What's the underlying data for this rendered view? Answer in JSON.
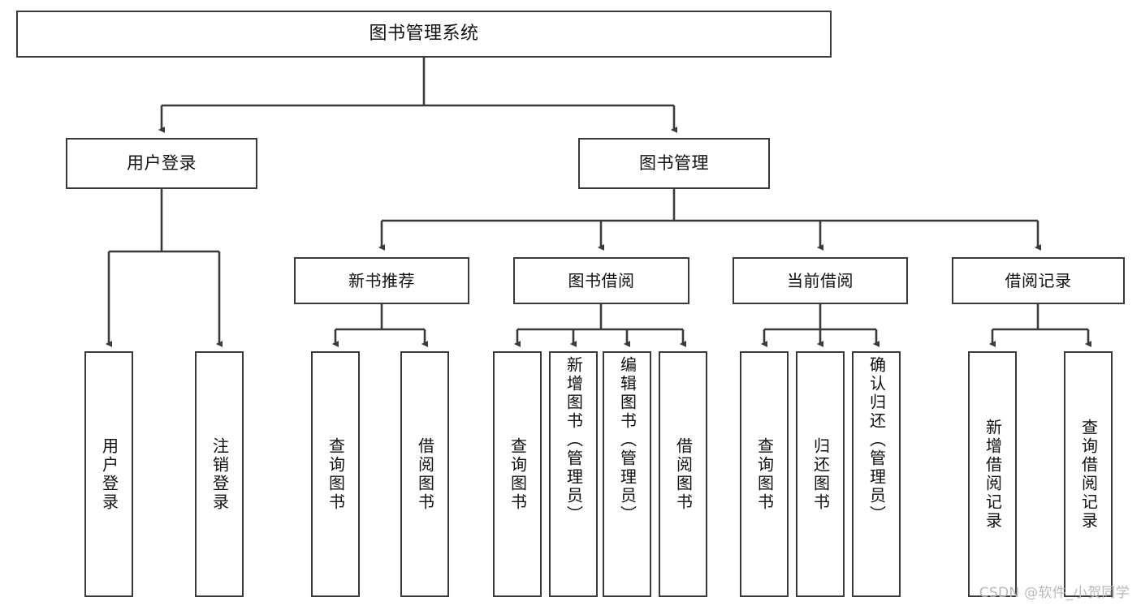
{
  "diagram": {
    "title": "图书管理系统",
    "type": "tree",
    "colors": {
      "box_border": "#3a3a3a",
      "box_fill": "#ffffff",
      "connector": "#3a3a3a",
      "text": "#111111",
      "watermark": "#b9b9b9",
      "background": "#ffffff"
    },
    "root": {
      "label": "图书管理系统"
    },
    "branches": [
      {
        "id": "user-login",
        "label": "用户登录",
        "children": [
          {
            "id": "user-login-do",
            "label": "用户登录"
          },
          {
            "id": "user-logout",
            "label": "注销登录"
          }
        ]
      },
      {
        "id": "book-manage",
        "label": "图书管理",
        "groups": [
          {
            "id": "new-book-recommend",
            "label": "新书推荐",
            "children": [
              {
                "id": "query-book-1",
                "label": "查询图书"
              },
              {
                "id": "borrow-book-1",
                "label": "借阅图书"
              }
            ]
          },
          {
            "id": "book-borrow",
            "label": "图书借阅",
            "children": [
              {
                "id": "query-book-2",
                "label": "查询图书"
              },
              {
                "id": "add-book-admin",
                "label": "新增图书（管理员）"
              },
              {
                "id": "edit-book-admin",
                "label": "编辑图书（管理员）"
              },
              {
                "id": "borrow-book-2",
                "label": "借阅图书"
              }
            ]
          },
          {
            "id": "current-borrow",
            "label": "当前借阅",
            "children": [
              {
                "id": "query-book-3",
                "label": "查询图书"
              },
              {
                "id": "return-book",
                "label": "归还图书"
              },
              {
                "id": "confirm-return-admin",
                "label": "确认归还（管理员）"
              }
            ]
          },
          {
            "id": "borrow-record",
            "label": "借阅记录",
            "children": [
              {
                "id": "add-borrow-record",
                "label": "新增借阅记录"
              },
              {
                "id": "query-borrow-record",
                "label": "查询借阅记录"
              }
            ]
          }
        ]
      }
    ]
  },
  "watermark": {
    "text": "CSDN @软件_小贺同学"
  }
}
